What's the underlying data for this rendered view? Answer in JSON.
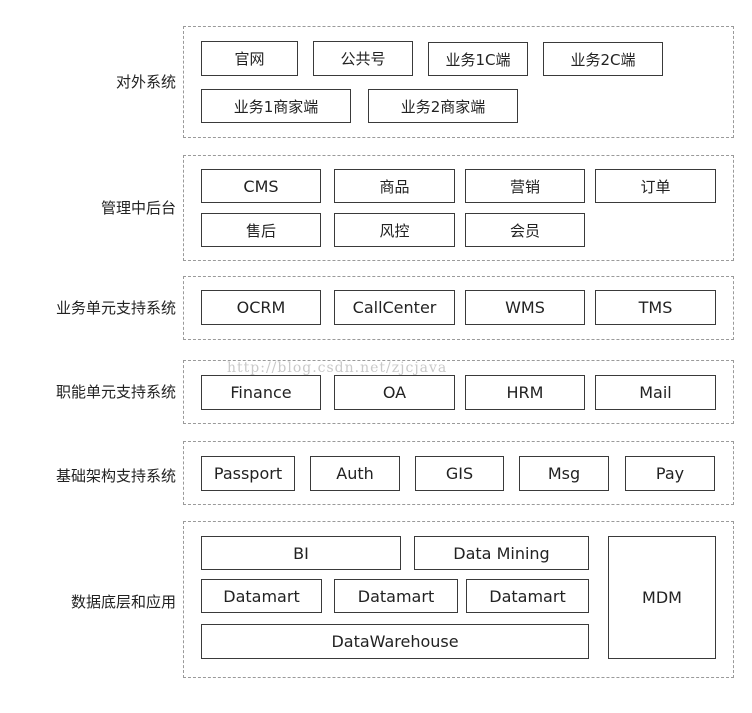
{
  "layers": [
    {
      "label": "对外系统",
      "items": [
        "官网",
        "公共号",
        "业务1C端",
        "业务2C端",
        "业务1商家端",
        "业务2商家端"
      ]
    },
    {
      "label": "管理中后台",
      "items": [
        "CMS",
        "商品",
        "营销",
        "订单",
        "售后",
        "风控",
        "会员"
      ]
    },
    {
      "label": "业务单元支持系统",
      "items": [
        "OCRM",
        "CallCenter",
        "WMS",
        "TMS"
      ]
    },
    {
      "label": "职能单元支持系统",
      "items": [
        "Finance",
        "OA",
        "HRM",
        "Mail"
      ]
    },
    {
      "label": "基础架构支持系统",
      "items": [
        "Passport",
        "Auth",
        "GIS",
        "Msg",
        "Pay"
      ]
    },
    {
      "label": "数据底层和应用",
      "items": [
        "BI",
        "Data Mining",
        "Datamart",
        "Datamart",
        "Datamart",
        "DataWarehouse",
        "MDM"
      ]
    }
  ],
  "watermark": "http://blog.csdn.net/zjcjava"
}
